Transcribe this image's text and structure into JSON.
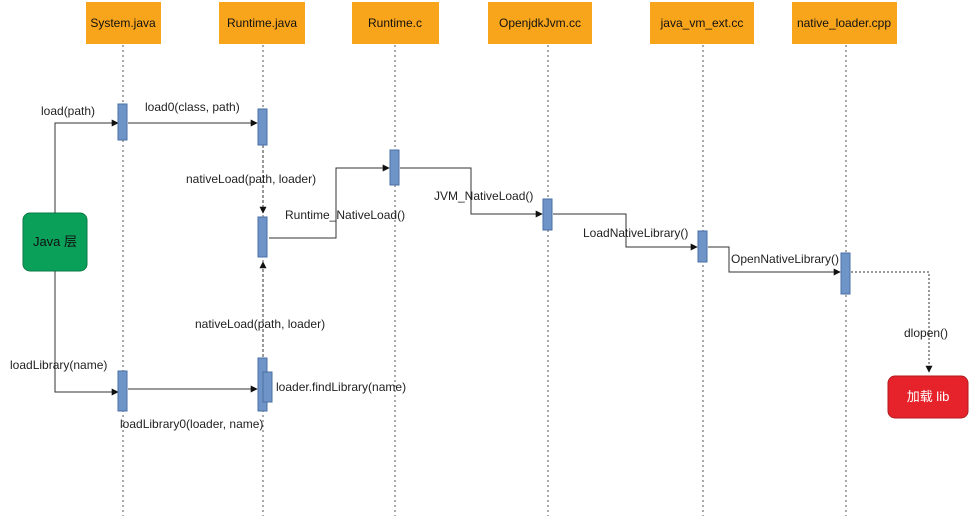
{
  "colors": {
    "header_fill": "#f9a51c",
    "activation_fill": "#6f95c8",
    "activation_stroke": "#4a6fa5",
    "java_node_fill": "#0aa05a",
    "lib_node_fill": "#e6232b",
    "line": "#333333"
  },
  "lifelines": [
    {
      "label": "System.java"
    },
    {
      "label": "Runtime.java"
    },
    {
      "label": "Runtime.c"
    },
    {
      "label": "OpenjdkJvm.cc"
    },
    {
      "label": "java_vm_ext.cc"
    },
    {
      "label": "native_loader.cpp"
    }
  ],
  "nodes": {
    "java_layer": "Java 层",
    "load_lib": "加载 lib"
  },
  "messages": {
    "load_path": "load(path)",
    "load0": "load0(class, path)",
    "native_load_1": "nativeLoad(path, loader)",
    "runtime_native_load": "Runtime_NativeLoad()",
    "jvm_native_load": "JVM_NativeLoad()",
    "load_native_library": "LoadNativeLibrary()",
    "open_native_library": "OpenNativeLibrary()",
    "dlopen": "dlopen()",
    "native_load_2": "nativeLoad(path, loader)",
    "load_library_name": "loadLibrary(name)",
    "find_library": "loader.findLibrary(name)",
    "load_library0": "loadLibrary0(loader, name)"
  }
}
